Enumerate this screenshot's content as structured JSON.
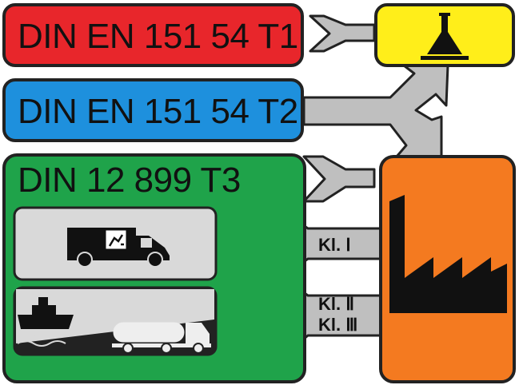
{
  "boxes": {
    "t1": {
      "label": "DIN EN 151 54 T1",
      "color": "#e8262b"
    },
    "t2": {
      "label": "DIN EN 151 54 T2",
      "color": "#1e90dd"
    },
    "t3": {
      "label": "DIN 12 899 T3",
      "color": "#1fa34a"
    }
  },
  "arrows": {
    "class_1": "Kl. Ⅰ",
    "class_2": "Kl. Ⅱ",
    "class_3": "Kl. Ⅲ"
  },
  "icons": {
    "lab": "flask-icon",
    "factory": "factory-icon",
    "van": "van-icon",
    "ship": "ship-icon",
    "tanker": "tanker-truck-icon"
  },
  "colors": {
    "lab_box": "#ffee1a",
    "factory_box": "#f47a20",
    "arrow_gray": "#bfbfbf",
    "panel_gray": "#d9d9d9",
    "outline": "#222222"
  }
}
